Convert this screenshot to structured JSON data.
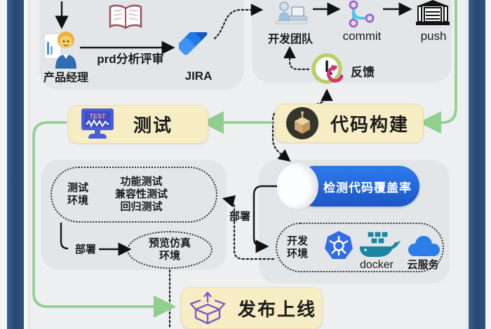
{
  "colors": {
    "frame_navy": "#2d5181",
    "panel_gray": "#e3e6e9",
    "node_yellow": "#f7edc4",
    "banner_blue": "#2169dd",
    "flow_green": "#90cf8e",
    "jira_blue": "#2684ff"
  },
  "top_left": {
    "pm_label": "产品经理",
    "prd_label": "prd分析评审",
    "jira_label": "JIRA"
  },
  "top_right": {
    "dev_team_label": "开发团队",
    "commit_label": "commit",
    "push_label": "push",
    "feedback_label": "反馈"
  },
  "mid": {
    "test_label": "测试",
    "build_label": "代码构建",
    "coverage_label": "检测代码覆盖率"
  },
  "test_env": {
    "name_line1": "测试",
    "name_line2": "环境",
    "tests": [
      "功能测试",
      "兼容性测试",
      "回归测试"
    ],
    "deploy_label": "部署",
    "preview_line1": "预览仿真",
    "preview_line2": "环境"
  },
  "dev_env": {
    "deploy_label": "部署",
    "name_line1": "开发",
    "name_line2": "环境",
    "docker_label": "docker",
    "cloud_label": "云服务"
  },
  "release": {
    "label": "发布上线"
  }
}
